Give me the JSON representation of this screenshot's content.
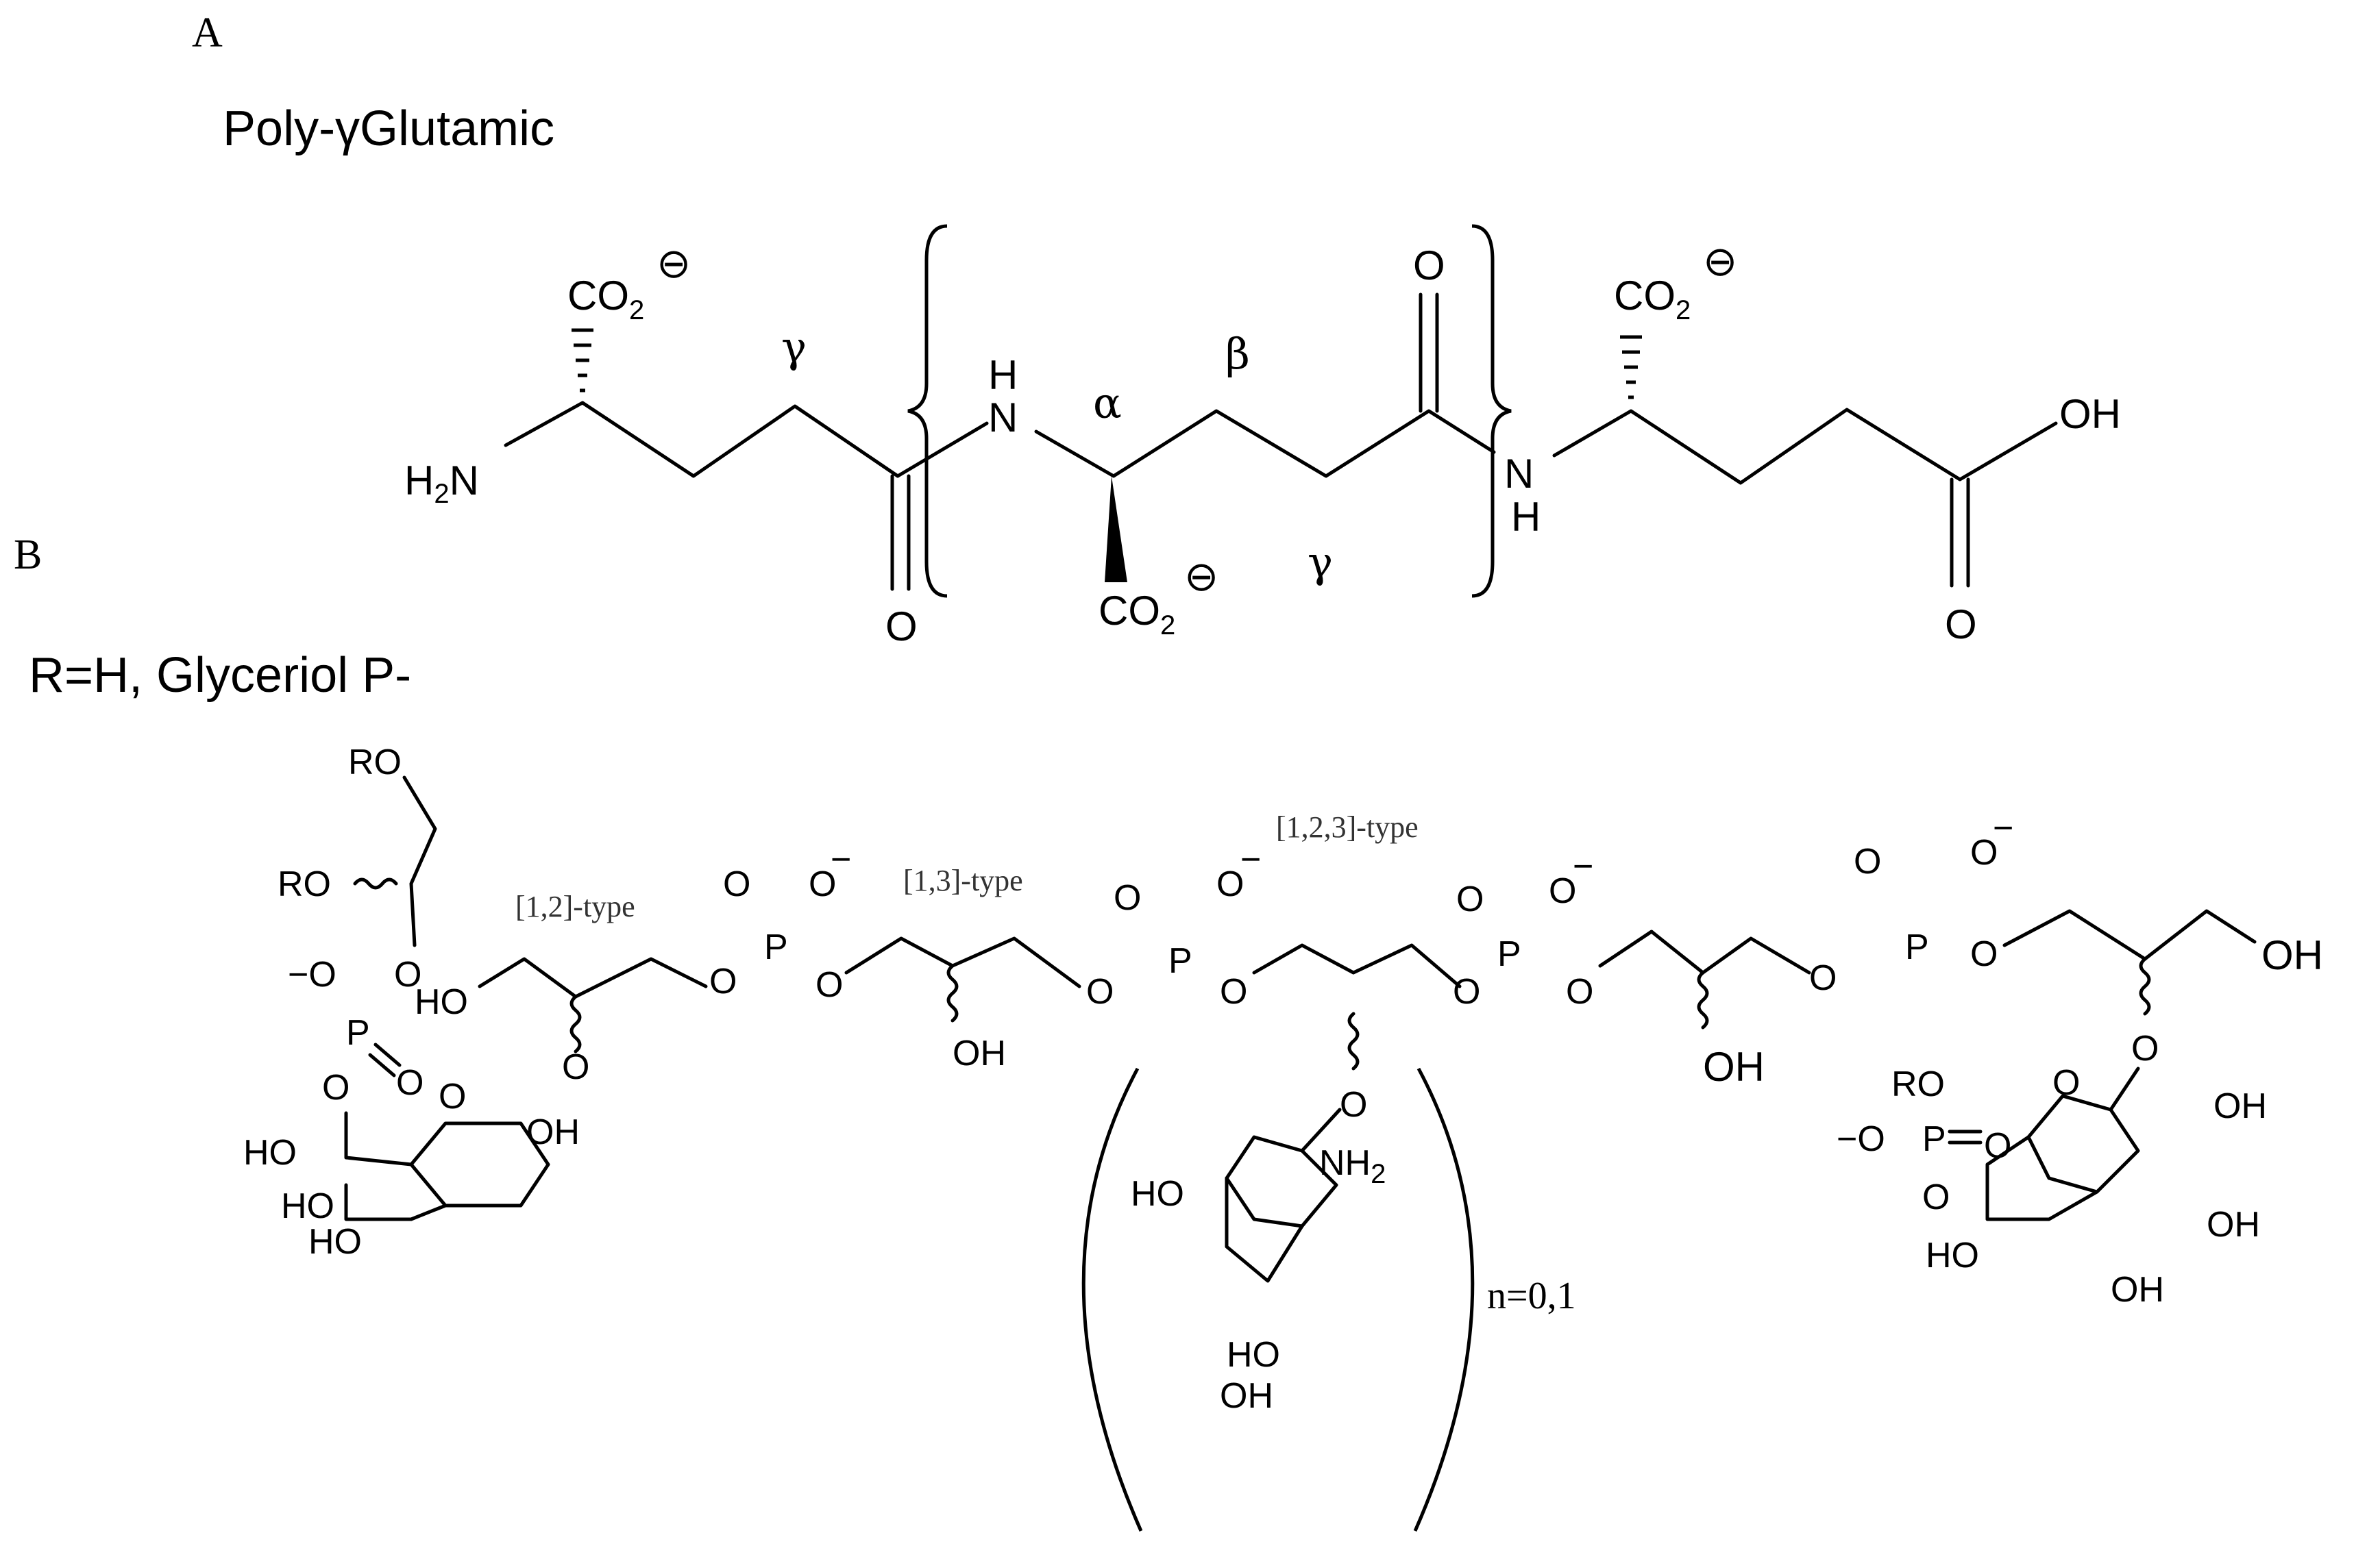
{
  "panel_a": {
    "label": "A",
    "title": "Poly-γGlutamic",
    "atoms": {
      "co2_left": "CO",
      "co2_mid": "CO",
      "co2_right": "CO",
      "co2_subscript": "2",
      "charge": "⊖",
      "h2n": "H",
      "h2n_sub": "2",
      "h2n_n": "N",
      "nh_top_n": "N",
      "nh_top_h": "H",
      "nh_bottom_n": "N",
      "nh_bottom_h": "H",
      "o_left": "O",
      "o_top": "O",
      "o_right": "O",
      "oh": "OH"
    },
    "greek": {
      "gamma_left": "γ",
      "alpha": "α",
      "beta": "β",
      "gamma_mid": "γ"
    }
  },
  "panel_b": {
    "label": "B",
    "title": "R=H, Glyceriol P-",
    "linkage_types": [
      "[1,2]-type",
      "[1,3]-type",
      "[1,2,3]-type"
    ],
    "repeat_label": "n=0,1",
    "atoms": {
      "ro1": "RO",
      "ro2": "RO",
      "ro3": "RO",
      "ho1": "HO",
      "o": "O",
      "p": "P",
      "minus_o": "−O",
      "o_minus": "O",
      "minus": "−",
      "oh": "OH",
      "ho": "HO",
      "nh2": "NH",
      "nh2_sub": "2"
    }
  }
}
